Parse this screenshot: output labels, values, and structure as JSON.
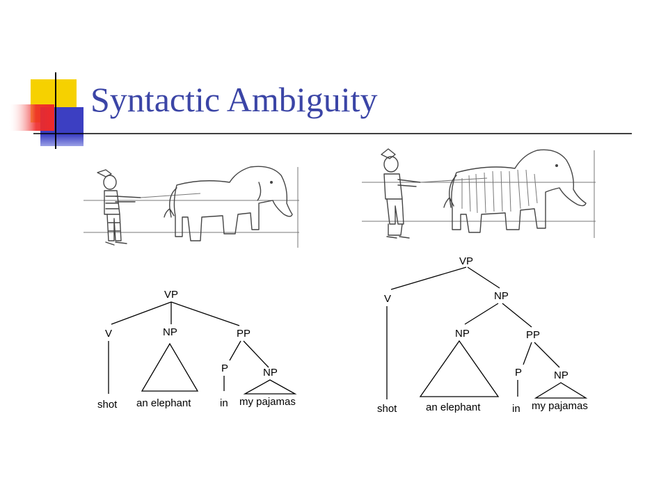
{
  "slide": {
    "title": "Syntactic Ambiguity"
  },
  "colors": {
    "title": "#3b45a6",
    "deco_yellow": "#f6d100",
    "deco_blue": "#3c3fc2",
    "deco_red": "#ee2a2a"
  },
  "icons": {
    "left_illustration": "boy-shooting-elephant-icon",
    "right_illustration": "boy-shooting-elephant-in-pajamas-icon"
  },
  "tree_left": {
    "vp": "VP",
    "v": "V",
    "np": "NP",
    "pp": "PP",
    "p": "P",
    "np2": "NP",
    "shot": "shot",
    "an_elephant": "an elephant",
    "in": "in",
    "my_pajamas": "my pajamas"
  },
  "tree_right": {
    "vp": "VP",
    "v": "V",
    "np_top": "NP",
    "np": "NP",
    "pp": "PP",
    "p": "P",
    "np2": "NP",
    "shot": "shot",
    "an_elephant": "an elephant",
    "in": "in",
    "my_pajamas": "my pajamas"
  }
}
